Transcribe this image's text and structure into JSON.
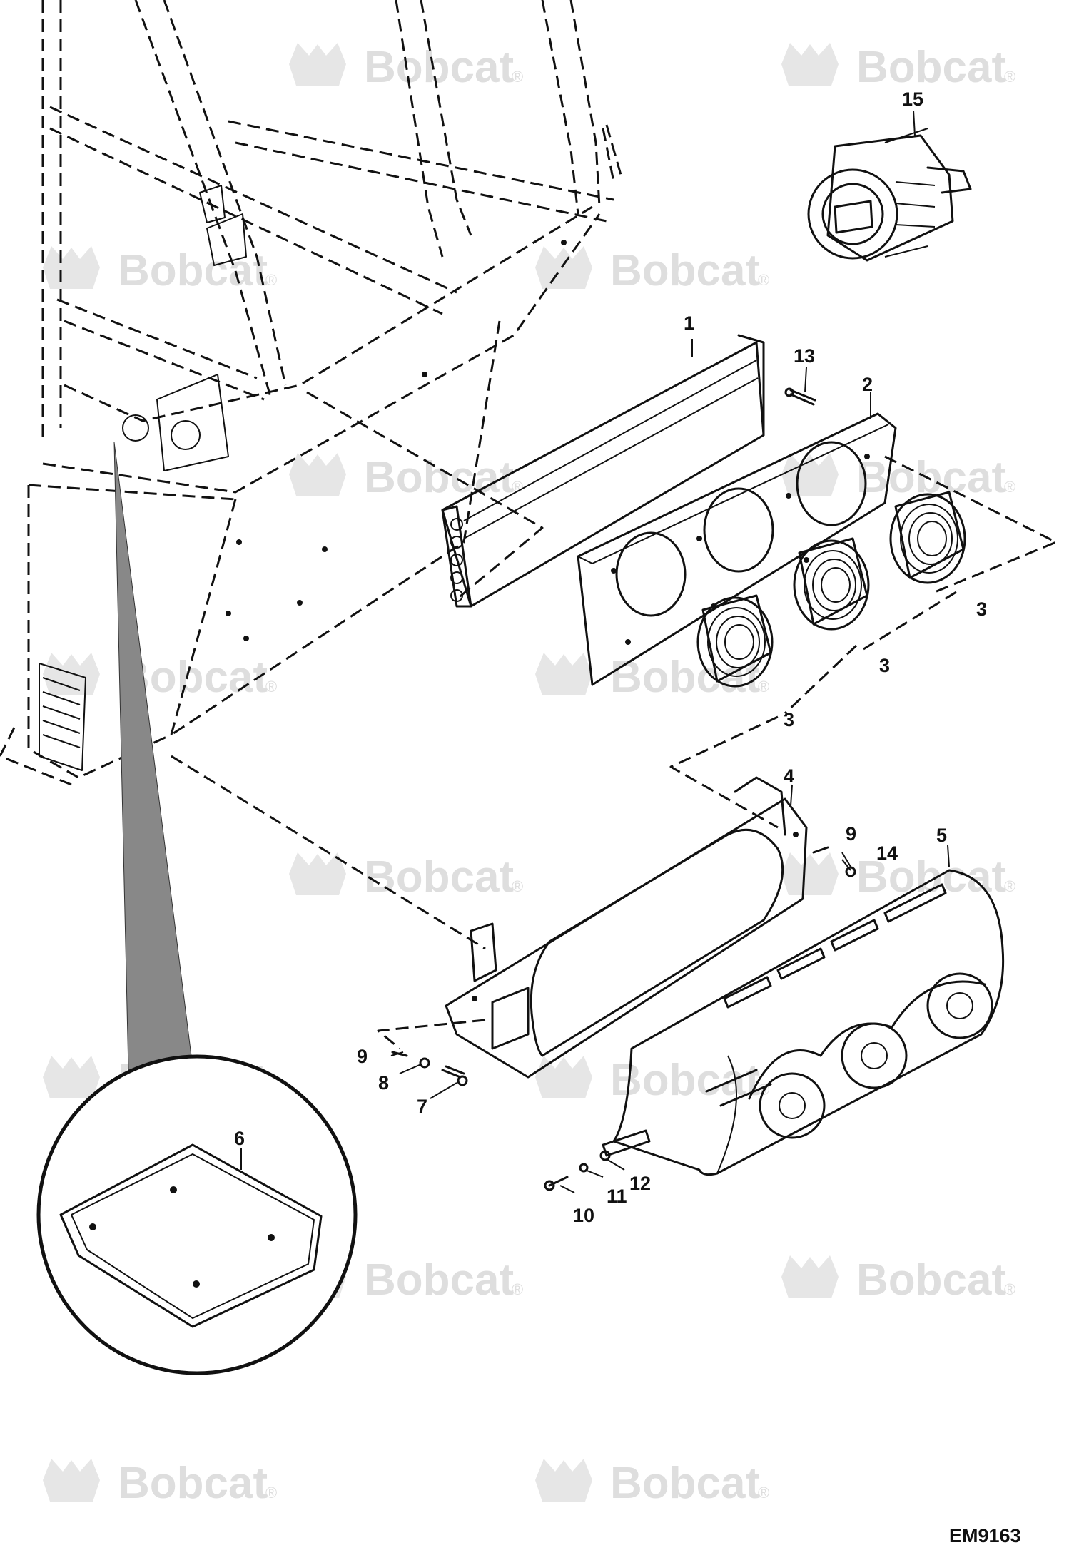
{
  "watermark": {
    "brand": "Bobcat",
    "mark": "®"
  },
  "callouts": {
    "c1": "1",
    "c2": "2",
    "c3a": "3",
    "c3b": "3",
    "c3c": "3",
    "c4": "4",
    "c5": "5",
    "c6": "6",
    "c7": "7",
    "c8": "8",
    "c9a": "9",
    "c9b": "9",
    "c10": "10",
    "c11": "11",
    "c12": "12",
    "c13": "13",
    "c14": "14",
    "c15": "15"
  },
  "drawing_number": "EM9163"
}
